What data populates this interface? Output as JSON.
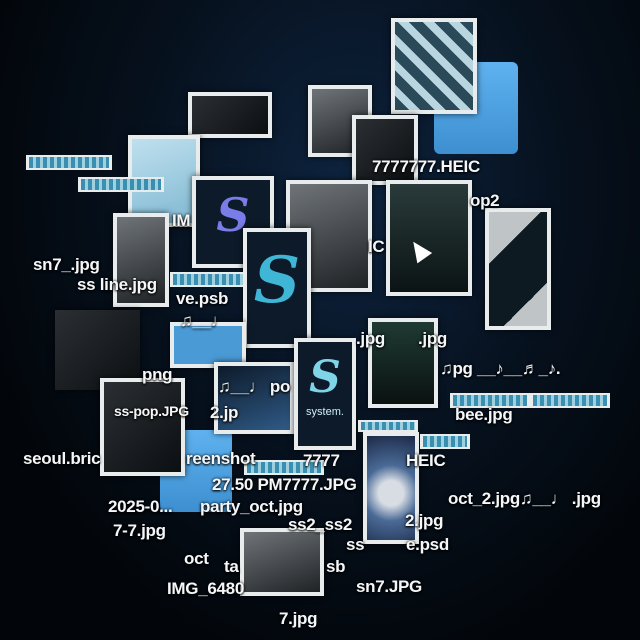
{
  "colors": {
    "background": "#06101c",
    "frame": "#e9ecec",
    "folder": "#4fa3e3",
    "logo_cyan": "#3fb6d6",
    "logo_purple": "#7a7ce8"
  },
  "logos": {
    "s_letter": "S",
    "system": "system."
  },
  "labels": [
    "7777777.HEIC",
    "op2",
    "IM",
    "sn7_.jpg",
    "ss line.jpg",
    "ve.psb",
    "♫__♩",
    "IC",
    ".jpg",
    ".jpg",
    "png",
    "♫__♩ po",
    "ss-pop.JPG",
    "2.jp",
    "♫pg __♪__♬_♪.",
    "bee.jpg",
    "seoul.bric",
    "reenshot",
    "7777",
    "HEIC",
    "2025-0...",
    "27.50 PM7777.JPG",
    "party_oct.jpg",
    "oct_2.jpg♫__♩ .jpg",
    "7-7.jpg",
    "ss2_ss2",
    "2.jpg",
    "ss",
    "e.psd",
    "oct",
    "ta",
    "sb",
    "sn7.JPG",
    "IMG_6480",
    "7.jpg"
  ]
}
